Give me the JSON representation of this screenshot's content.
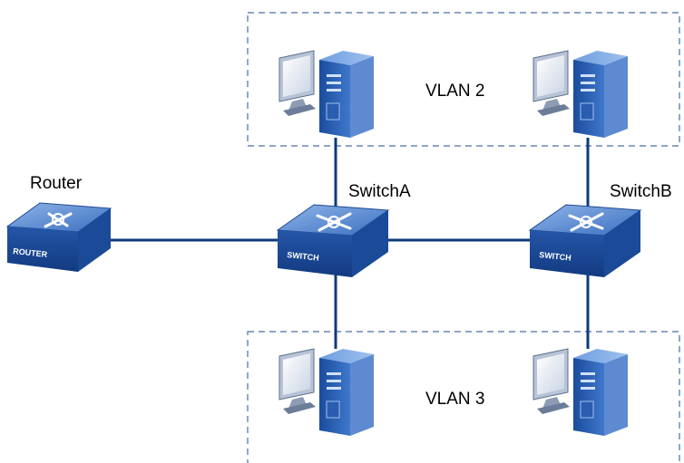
{
  "labels": {
    "router": "Router",
    "switch_a": "SwitchA",
    "switch_b": "SwitchB",
    "vlan2": "VLAN 2",
    "vlan3": "VLAN 3"
  },
  "devices": {
    "router_face": "ROUTER",
    "switch_face": "SWITCH"
  },
  "colors": {
    "link": "#0d3a7e",
    "vlan_border": "#4a6fa5",
    "device_blue": "#1f5aa6"
  }
}
